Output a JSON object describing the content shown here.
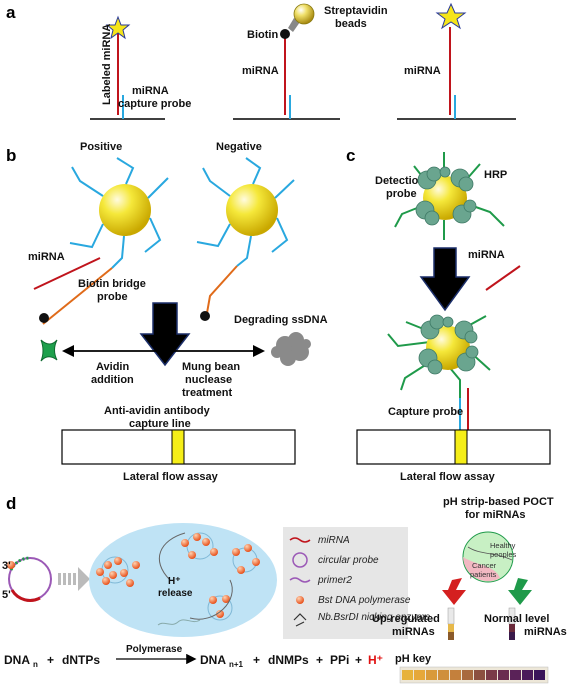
{
  "panels": {
    "a": "a",
    "b": "b",
    "c": "c",
    "d": "d"
  },
  "panel_a": {
    "labeled_mirna": "Labeled miRNA",
    "capture_probe_line1": "miRNA",
    "capture_probe_line2": "capture probe",
    "biotin": "Biotin",
    "streptavidin_line1": "Streptavidin",
    "streptavidin_line2": "beads",
    "mirna_mid": "miRNA",
    "mirna_right": "miRNA"
  },
  "panel_b": {
    "positive": "Positive",
    "negative": "Negative",
    "mirna": "miRNA",
    "biotin_bridge_line1": "Biotin bridge",
    "biotin_bridge_line2": "probe",
    "degrading": "Degrading ssDNA",
    "avidin_line1": "Avidin",
    "avidin_line2": "addition",
    "mung_line1": "Mung bean",
    "mung_line2": "nuclease",
    "mung_line3": "treatment",
    "anti_avidin_line1": "Anti-avidin antibody",
    "anti_avidin_line2": "capture line",
    "lfa": "Lateral flow assay"
  },
  "panel_c": {
    "detection_line1": "Detection",
    "detection_line2": "probe",
    "hrp": "HRP",
    "mirna": "miRNA",
    "capture_probe": "Capture probe",
    "lfa": "Lateral flow assay"
  },
  "panel_d": {
    "three_prime": "3'",
    "five_prime": "5'",
    "h_release_line1": "H⁺",
    "h_release_line2": "release",
    "legend": [
      "miRNA",
      "circular probe",
      "primer2",
      "Bst DNA polymerase",
      "Nb.BsrDI nicking enzyme"
    ],
    "poct_line1": "pH strip-based POCT",
    "poct_line2": "for miRNAs",
    "healthy_line1": "Healthy",
    "healthy_line2": "peoples",
    "cancer_line1": "Cancer",
    "cancer_line2": "patients",
    "up_line1": "Up-regulated",
    "up_line2": "miRNAs",
    "normal_line1": "Normal level",
    "normal_line2": "miRNAs",
    "ph_key": "pH key",
    "equation": {
      "dna_n": "DNA",
      "n_sub": "n",
      "plus1": "+",
      "dntps": "dNTPs",
      "polymerase": "Polymerase",
      "dna_n1": "DNA",
      "n1_sub": "n+1",
      "plus2": "+",
      "dnmps": "dNMPs",
      "plus3": "+",
      "ppi": "PPi",
      "plus4": "+",
      "hplus": "H⁺"
    }
  },
  "colors": {
    "mirna_red": "#c0141c",
    "probe_blue": "#29a8df",
    "bridge_orange": "#e06b1a",
    "bead_yellow": "#f2e21a",
    "detection_green": "#1f9a4a",
    "hrp_teal": "#6aa58f",
    "avidin_green": "#1ea04c",
    "arrow_navy": "#0d1a40",
    "bubble_blue": "#bfe3f5",
    "legend_gray": "#e6e6e6",
    "hplus_red": "#e01010"
  }
}
